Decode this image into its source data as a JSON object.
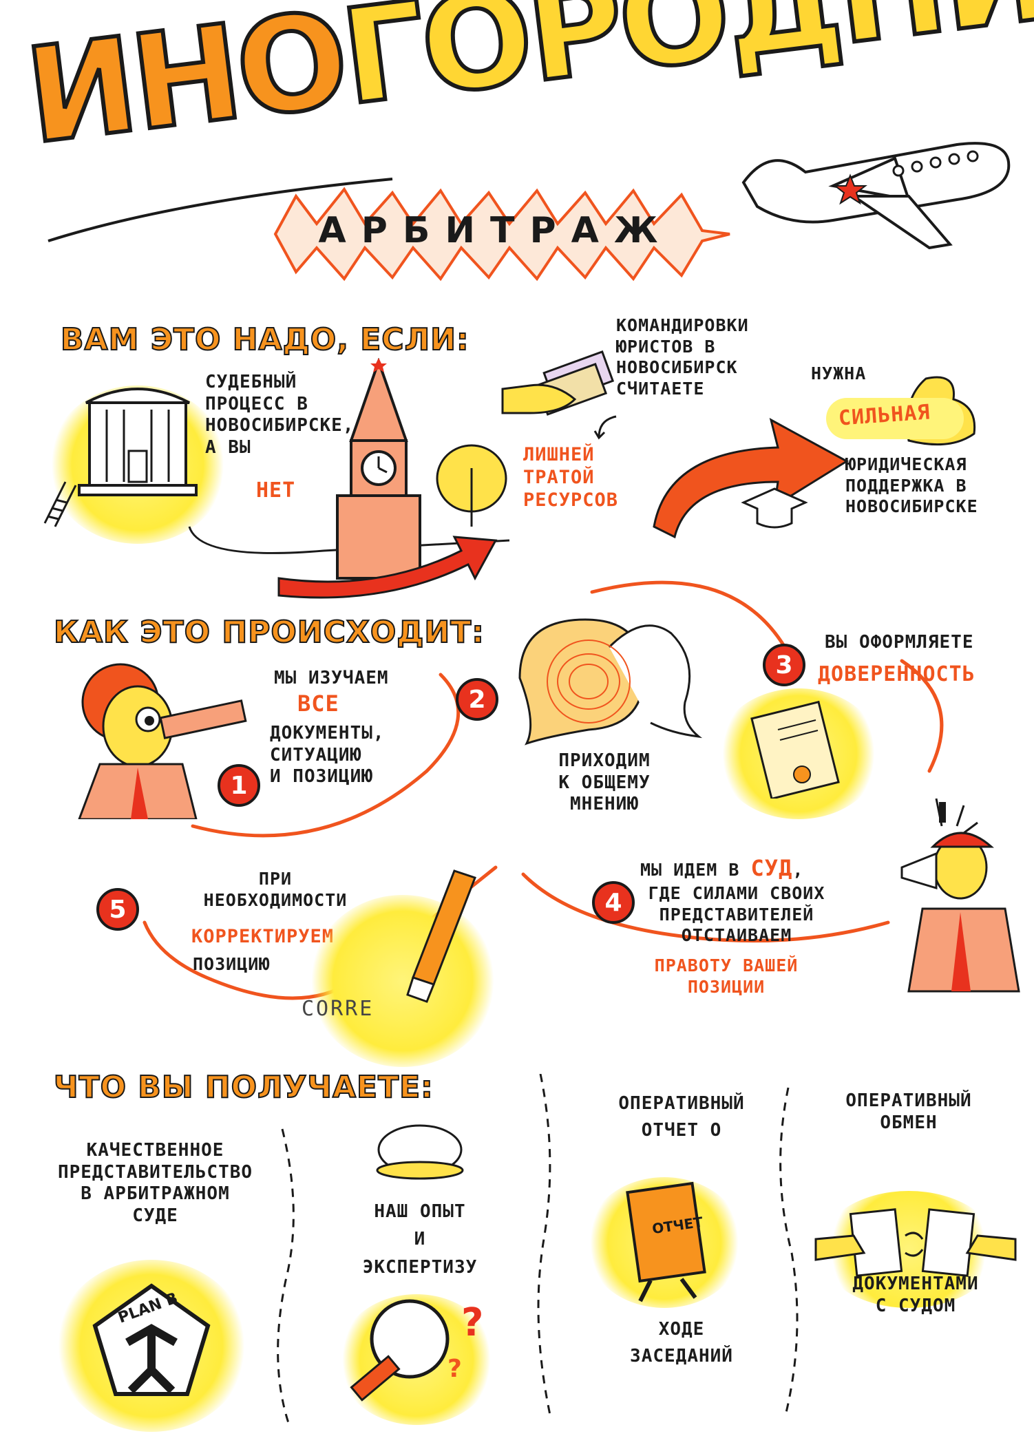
{
  "title": {
    "part1": "ИНО",
    "part2": "ГОРОДНИЙ"
  },
  "subtitle": "АРБИТРАЖ",
  "section1": {
    "heading": "ВАМ ЭТО НАДО, ЕСЛИ:",
    "court_text": "СУДЕБНЫЙ\nПРОЦЕСС В\nНОВОСИБИРСКЕ,\nА ВЫ",
    "net": "НЕТ",
    "trips_text": "КОМАНДИРОВКИ\nЮРИСТОВ В\nНОВОСИБИРСК\nСЧИТАЕТЕ",
    "waste_text": "ЛИШНЕЙ\nТРАТОЙ\nРЕСУРСОВ",
    "need_text": "НУЖНА",
    "strong_text": "СИЛЬНАЯ",
    "support_text": "ЮРИДИЧЕСКАЯ\nПОДДЕРЖКА В\nНОВОСИБИРСКЕ"
  },
  "section2": {
    "heading": "КАК ЭТО ПРОИСХОДИТ:",
    "steps": [
      {
        "num": "1",
        "line1": "МЫ ИЗУЧАЕМ",
        "highlight": "ВСЕ",
        "line2": "ДОКУМЕНТЫ,\nСИТУАЦИЮ\nИ ПОЗИЦИЮ"
      },
      {
        "num": "2",
        "text": "ПРИХОДИМ\nК ОБЩЕМУ\nМНЕНИЮ"
      },
      {
        "num": "3",
        "line1": "ВЫ ОФОРМЛЯЕТЕ",
        "highlight": "ДОВЕРЕННОСТЬ"
      },
      {
        "num": "4",
        "line1a": "МЫ ИДЕМ В",
        "highlight1": "СУД",
        "line1b": ",",
        "line2": "ГДЕ СИЛАМИ СВОИХ\nПРЕДСТАВИТЕЛЕЙ\nОТСТАИВАЕМ",
        "highlight2": "ПРАВОТУ ВАШЕЙ\nПОЗИЦИИ"
      },
      {
        "num": "5",
        "line1": "ПРИ\nНЕОБХОДИМОСТИ",
        "highlight": "КОРРЕКТИРУЕМ",
        "line2": "ПОЗИЦИЮ"
      }
    ],
    "correct_word": "CORRE"
  },
  "section3": {
    "heading": "ЧТО ВЫ ПОЛУЧАЕТЕ:",
    "col1": "КАЧЕСТВЕННОЕ\nПРЕДСТАВИТЕЛЬСТВО\nВ АРБИТРАЖНОМ\nСУДЕ",
    "badge": "PLAN B",
    "col2": "НАШ ОПЫТ\nИ\nЭКСПЕРТИЗУ",
    "col3_top": "ОПЕРАТИВНЫЙ\nОТЧЕТ О",
    "report_label": "ОТЧЕТ",
    "col3_bottom": "ХОДЕ\nЗАСЕДАНИЙ",
    "col4_top": "ОПЕРАТИВНЫЙ\nОБМЕН",
    "col4_bottom": "ДОКУМЕНТАМИ\nС СУДОМ"
  }
}
